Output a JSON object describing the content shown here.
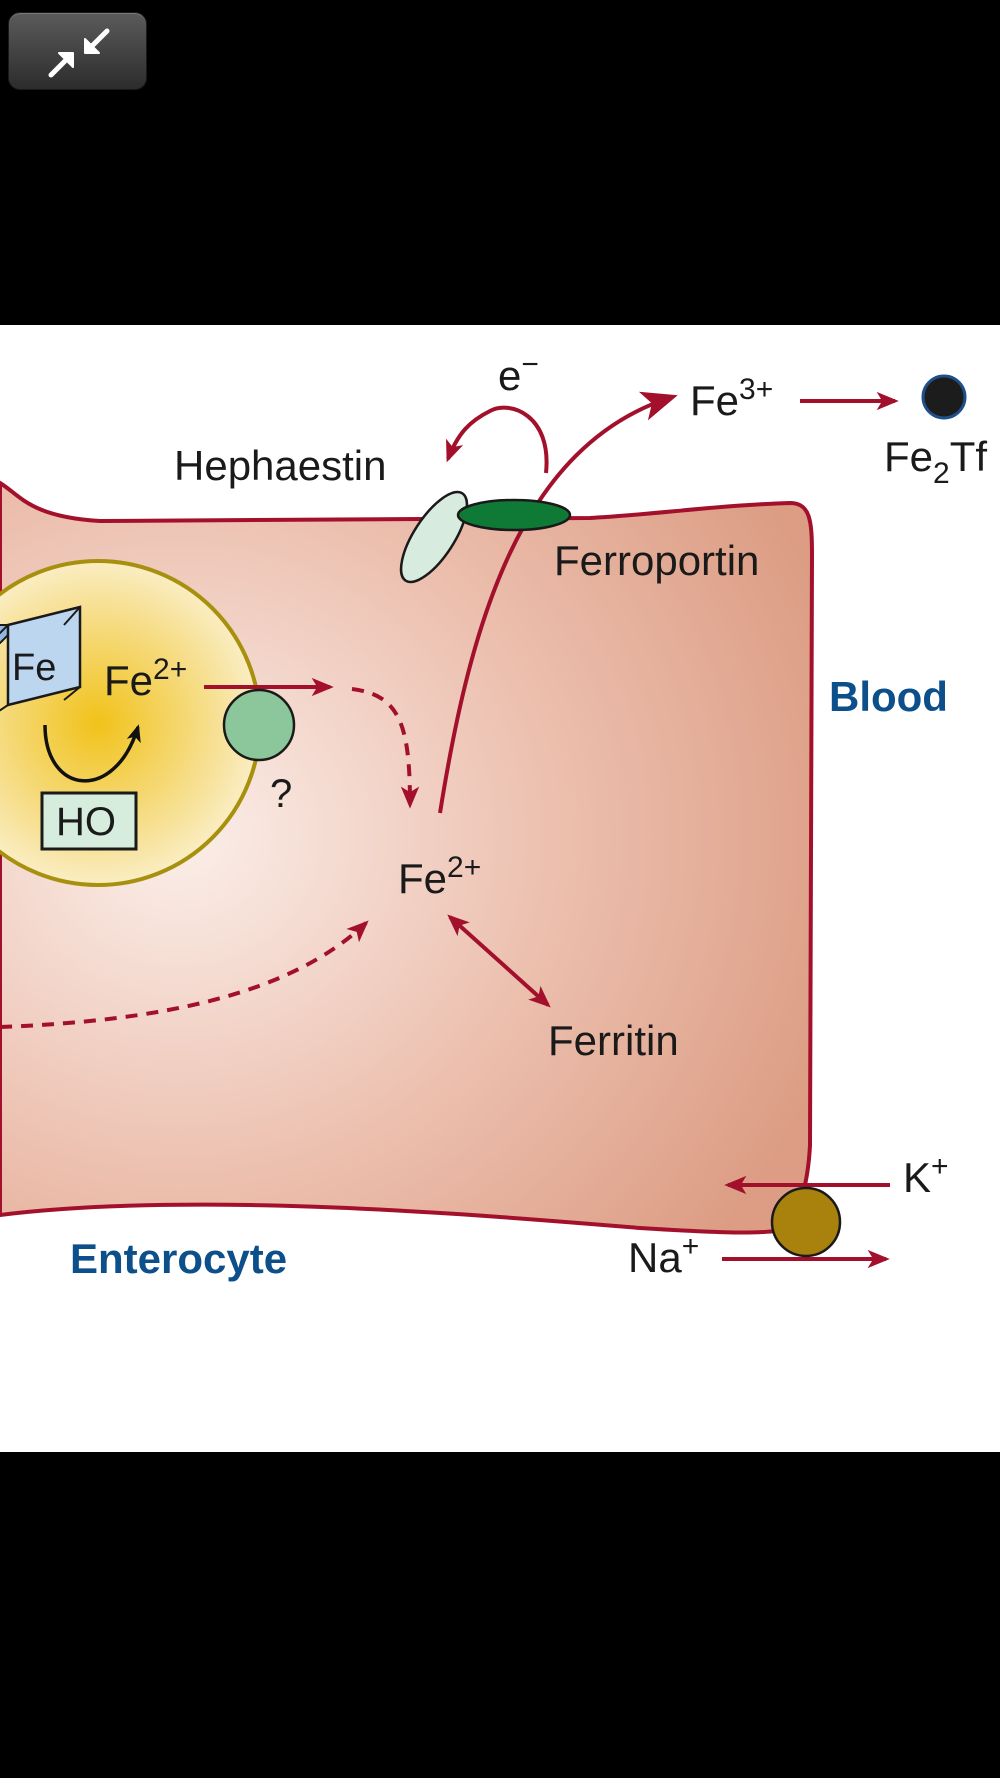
{
  "toolbar": {
    "exit_fullscreen_icon": "compress-arrows-icon"
  },
  "figure": {
    "electron": {
      "base": "e",
      "sup": "−"
    },
    "fe3": {
      "base": "Fe",
      "sup": "3+"
    },
    "fe2tf": {
      "base": "Fe",
      "sub": "2",
      "tail": "Tf"
    },
    "hephaestin": "Hephaestin",
    "ferroportin": "Ferroportin",
    "heme_fe": "Fe",
    "vesicle_fe2": {
      "base": "Fe",
      "sup": "2+"
    },
    "unknown_transporter": "?",
    "ho": "HO",
    "cyto_fe2": {
      "base": "Fe",
      "sup": "2+"
    },
    "ferritin": "Ferritin",
    "blood": "Blood",
    "k_ion": {
      "base": "K",
      "sup": "+"
    },
    "na_ion": {
      "base": "Na",
      "sup": "+"
    },
    "enterocyte": "Enterocyte"
  },
  "colors": {
    "arrow": "#a3102b",
    "blood_label": "#0d4f8a",
    "ferroportin": "#0e7a36",
    "hephaestin": "#d7ebdf",
    "pump": "#a8820c",
    "vesicle_border": "#a8900f",
    "transferrin": "#1c1c1c"
  }
}
